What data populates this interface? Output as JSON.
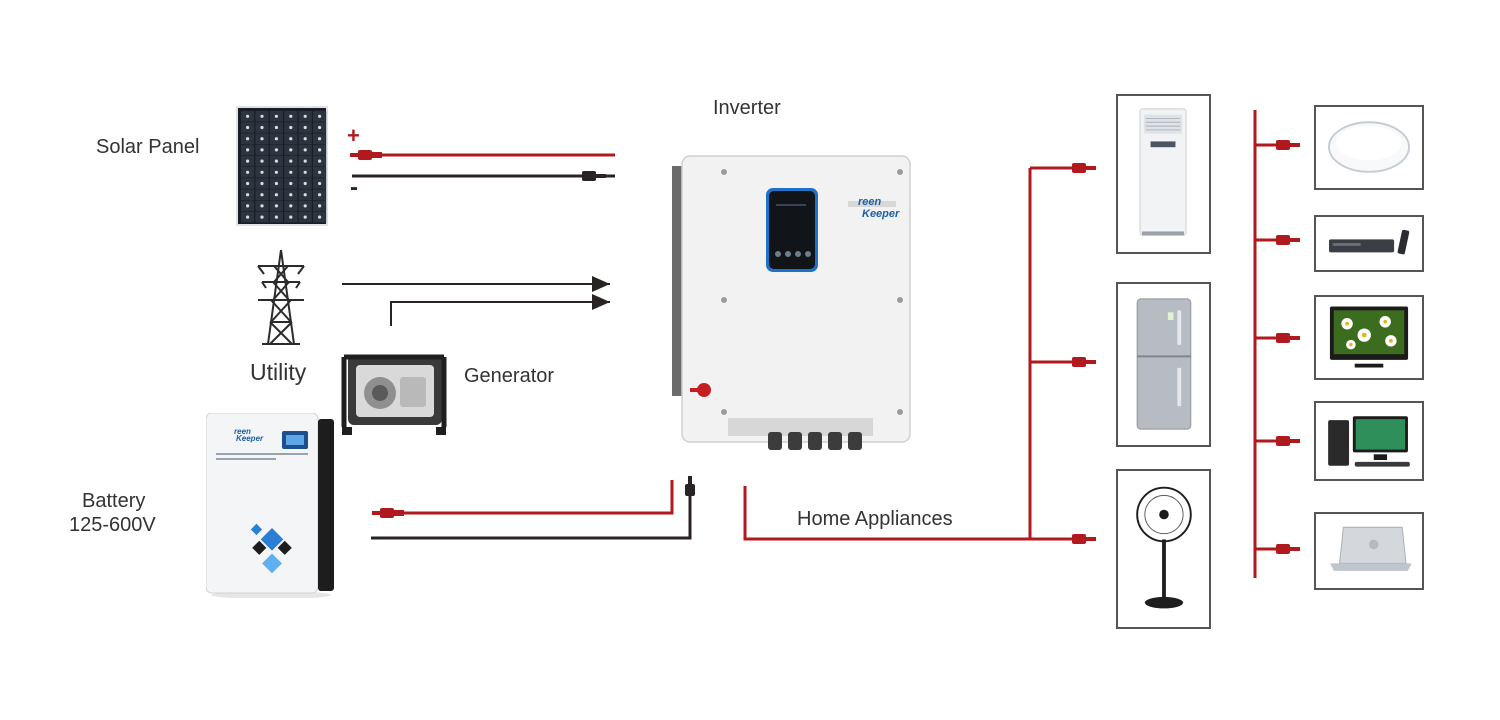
{
  "diagram": {
    "labels": {
      "solar_panel": "Solar Panel",
      "utility": "Utility",
      "generator": "Generator",
      "battery_line1": "Battery",
      "battery_line2": "125-600V",
      "inverter": "Inverter",
      "home_appliances": "Home Appliances"
    },
    "polarity": {
      "positive": "+",
      "negative": "-"
    },
    "brand": {
      "line1": "reen",
      "line2": "Keeper"
    },
    "appliances_column_1": [
      "air-conditioner",
      "refrigerator",
      "standing-fan"
    ],
    "appliances_column_2": [
      "ceiling-light",
      "dvd-player",
      "television",
      "desktop-computer",
      "laptop"
    ],
    "colors": {
      "dc_positive": "#b0191e",
      "dc_negative": "#2a2323",
      "ac_line": "#b0191e",
      "label_text": "#333333",
      "frame_border": "#555555",
      "inverter_body": "#f2f2f2",
      "display_accent": "#1e73c8"
    }
  }
}
